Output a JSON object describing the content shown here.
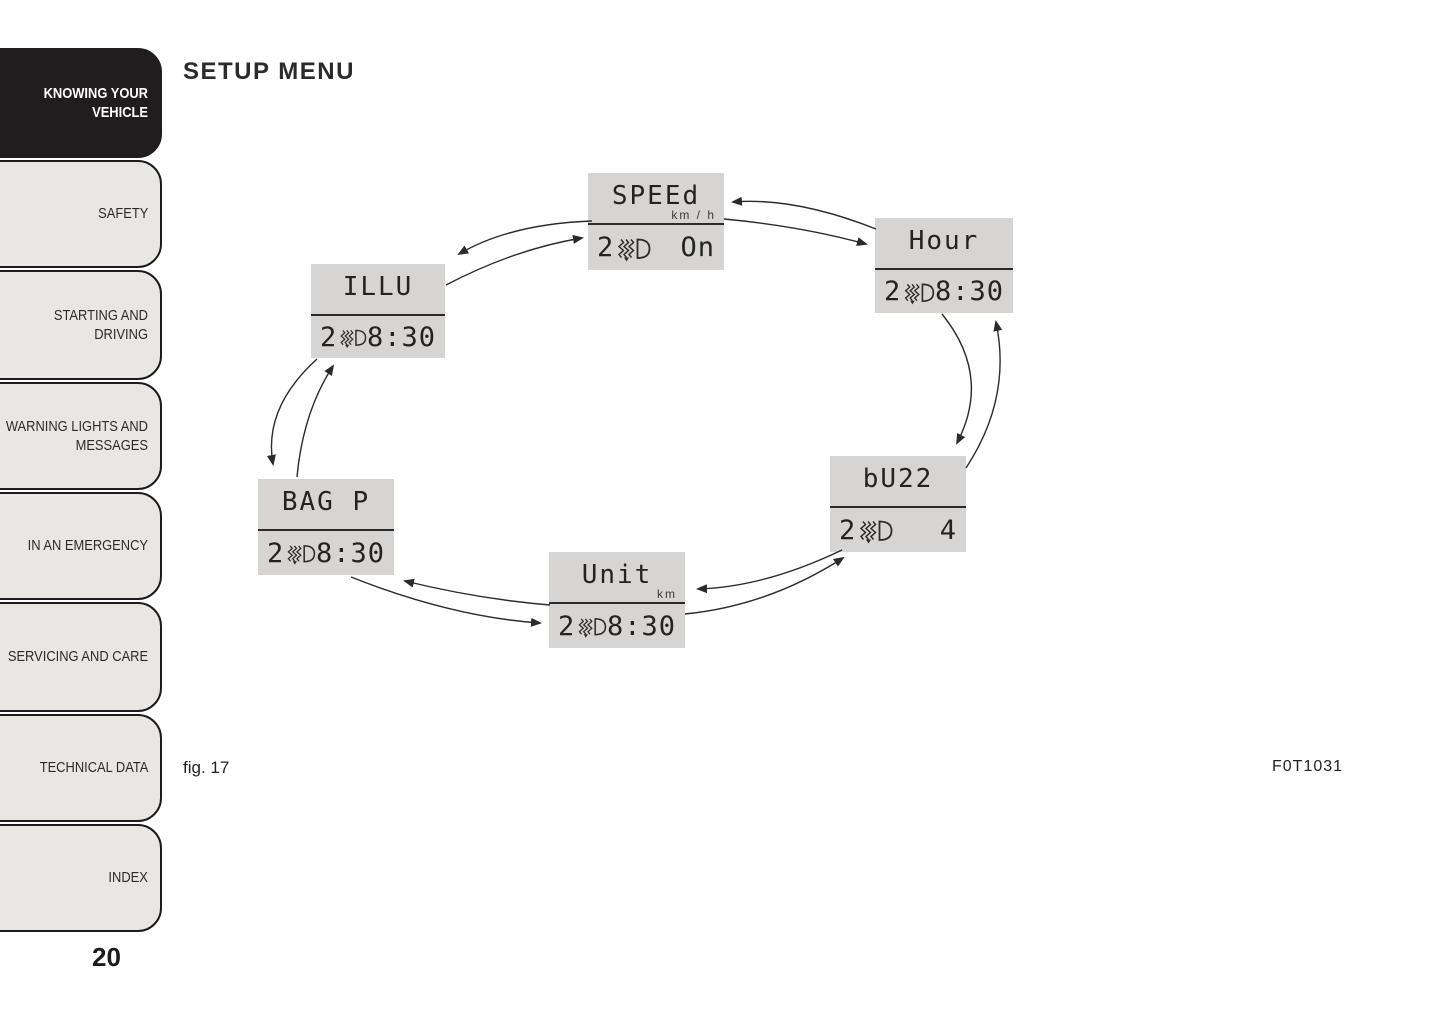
{
  "page": {
    "title": "SETUP MENU",
    "figure_caption": "fig. 17",
    "figure_code": "F0T1031",
    "page_number": "20"
  },
  "sidebar": {
    "items": [
      {
        "label": "KNOWING YOUR VEHICLE",
        "active": true
      },
      {
        "label": "SAFETY",
        "active": false
      },
      {
        "label": "STARTING AND DRIVING",
        "active": false
      },
      {
        "label": "WARNING LIGHTS AND MESSAGES",
        "active": false
      },
      {
        "label": "IN AN EMERGENCY",
        "active": false
      },
      {
        "label": "SERVICING AND CARE",
        "active": false
      },
      {
        "label": "TECHNICAL DATA",
        "active": false
      },
      {
        "label": "INDEX",
        "active": false
      }
    ]
  },
  "diagram": {
    "description": "Setup menu cycle of six LCD display screens connected by bidirectional curved arrows",
    "boxes": [
      {
        "id": "speed",
        "label": "SPEEd",
        "unit": "km / h",
        "indicator": "2",
        "icon": "headlight-icon",
        "value": "On"
      },
      {
        "id": "hour",
        "label": "Hour",
        "unit": "",
        "indicator": "2",
        "icon": "headlight-icon",
        "value": "8:30"
      },
      {
        "id": "buzz",
        "label": "bU22",
        "unit": "",
        "indicator": "2",
        "icon": "headlight-icon",
        "value": "4"
      },
      {
        "id": "unit",
        "label": "Unit",
        "unit": "km",
        "indicator": "2",
        "icon": "headlight-icon",
        "value": "8:30"
      },
      {
        "id": "bagp",
        "label": "BAG P",
        "unit": "",
        "indicator": "2",
        "icon": "headlight-icon",
        "value": "8:30"
      },
      {
        "id": "illu",
        "label": "ILLU",
        "unit": "",
        "indicator": "2",
        "icon": "headlight-icon",
        "value": "8:30"
      }
    ],
    "colors": {
      "lcd_background": "#d6d5d3",
      "line": "#2b2b2b",
      "tab_background": "#e8e7e3",
      "active_tab_background": "#211d1e",
      "active_tab_text": "#ffffff"
    }
  }
}
